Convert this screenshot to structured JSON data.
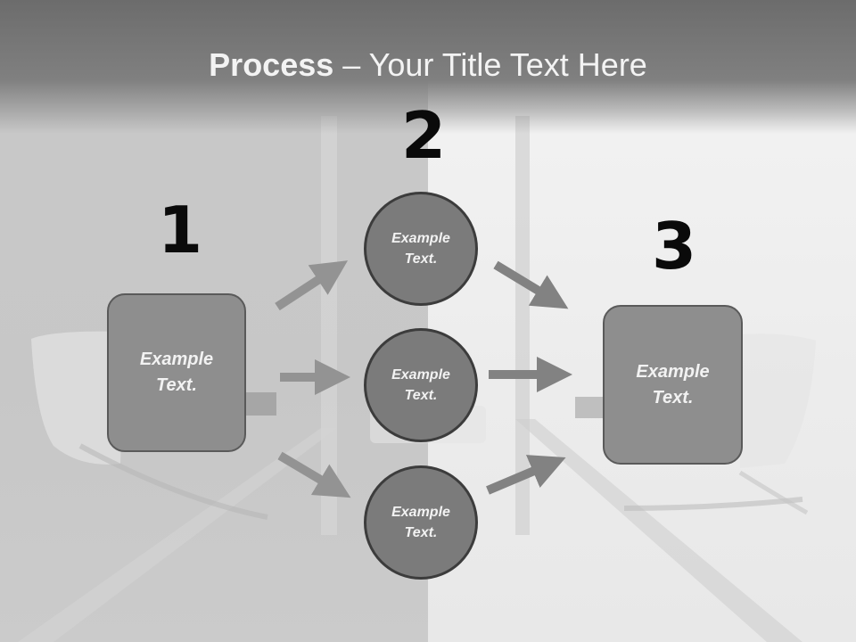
{
  "title": {
    "bold": "Process",
    "rest": " – Your Title Text Here"
  },
  "steps": [
    {
      "number": "1",
      "label": "Example Text."
    },
    {
      "number": "2",
      "items": [
        "Example Text.",
        "Example Text.",
        "Example Text."
      ]
    },
    {
      "number": "3",
      "label": "Example Text."
    }
  ],
  "colors": {
    "title_band": "#767676",
    "box_fill": "#8e8e8e",
    "circle_fill": "#7b7b7b",
    "arrow": "#8a8a8a",
    "number": "#0a0a0a"
  }
}
